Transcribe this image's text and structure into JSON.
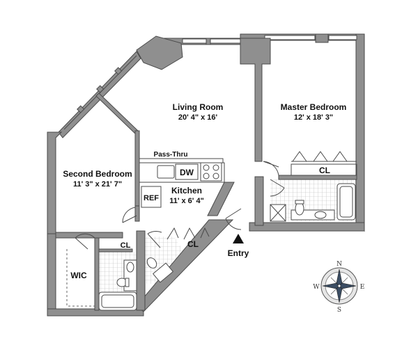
{
  "rooms": {
    "living_room": {
      "name": "Living Room",
      "dims": "20' 4\" x 16'"
    },
    "master_bedroom": {
      "name": "Master Bedroom",
      "dims": "12' x 18' 3\""
    },
    "second_bedroom": {
      "name": "Second Bedroom",
      "dims": "11' 3\" x 21' 7\""
    },
    "kitchen": {
      "name": "Kitchen",
      "dims": "11' x 6' 4\""
    }
  },
  "labels": {
    "pass_thru": "Pass-Thru",
    "dw": "DW",
    "ref": "REF",
    "cl_master": "CL",
    "cl_hall": "CL",
    "cl_small": "CL",
    "wic": "WIC",
    "entry": "Entry"
  },
  "compass": {
    "n": "N",
    "s": "S",
    "e": "E",
    "w": "W"
  },
  "colors": {
    "wall": "#8f8f8f",
    "wall_stroke": "#4a4a4a",
    "background": "#ffffff"
  }
}
